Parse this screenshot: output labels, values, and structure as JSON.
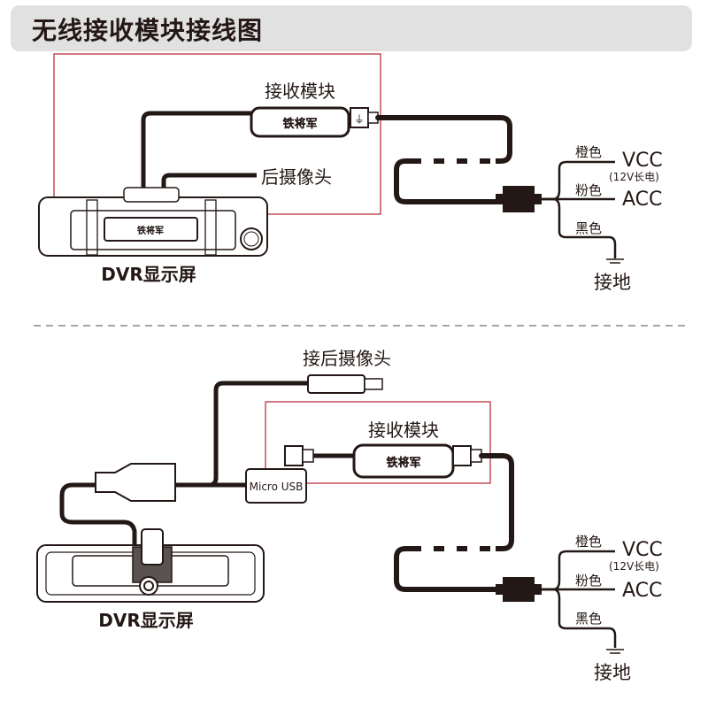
{
  "title": "无线接收模块接线图",
  "colors": {
    "wire": "#231815",
    "highlight_box": "#b3222c",
    "title_bg": "#e1e1e1"
  },
  "diagram1": {
    "receiver_label": "接收模块",
    "brand": "铁将军",
    "rear_camera_label": "后摄像头",
    "dvr_label": "DVR显示屏",
    "wires": [
      {
        "color_label": "橙色",
        "target": "VCC",
        "note": "(12V长电)"
      },
      {
        "color_label": "粉色",
        "target": "ACC"
      },
      {
        "color_label": "黑色",
        "target": "接地"
      }
    ],
    "usb_icon": "usb-icon",
    "ground_icon": "ground-icon"
  },
  "diagram2": {
    "rear_camera_label": "接后摄像头",
    "receiver_label": "接收模块",
    "brand": "铁将军",
    "micro_usb_label": "Micro USB",
    "dvr_label": "DVR显示屏",
    "wires": [
      {
        "color_label": "橙色",
        "target": "VCC",
        "note": "(12V长电)"
      },
      {
        "color_label": "粉色",
        "target": "ACC"
      },
      {
        "color_label": "黑色",
        "target": "接地"
      }
    ]
  }
}
